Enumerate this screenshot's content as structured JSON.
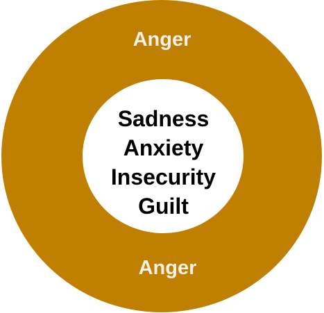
{
  "diagram": {
    "outer_ring": {
      "color": "#bf7f00",
      "label_top": "Anger",
      "label_bottom": "Anger"
    },
    "inner_circle": {
      "color": "#ffffff",
      "items": [
        "Sadness",
        "Anxiety",
        "Insecurity",
        "Guilt"
      ]
    }
  }
}
